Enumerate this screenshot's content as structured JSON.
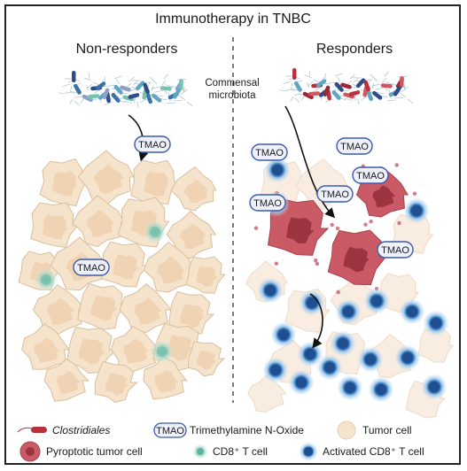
{
  "title": "Immunotherapy in TNBC",
  "panels": {
    "left_heading": "Non-responders",
    "right_heading": "Responders",
    "center_label_line1": "Commensal",
    "center_label_line2": "microbiota"
  },
  "tmao_label": "TMAO",
  "legend": {
    "clostridiales": "Clostridiales",
    "tmao_key": "TMAO",
    "tmao_desc": "Trimethylamine N-Oxide",
    "tumor_cell": "Tumor cell",
    "pyroptotic": "Pyroptotic tumor cell",
    "cd8": "CD8⁺ T cell",
    "activated_cd8": "Activated CD8⁺ T cell"
  },
  "colors": {
    "tumor_fill": "#f6e3cc",
    "tumor_stroke": "#d9bf9f",
    "pyro_fill": "#c95a66",
    "tcell_blue": "#2f6fb6",
    "tcell_green": "#7fc4b2",
    "clostridiales_red": "#b8323d",
    "tmao_stroke": "#3d5aa8"
  }
}
